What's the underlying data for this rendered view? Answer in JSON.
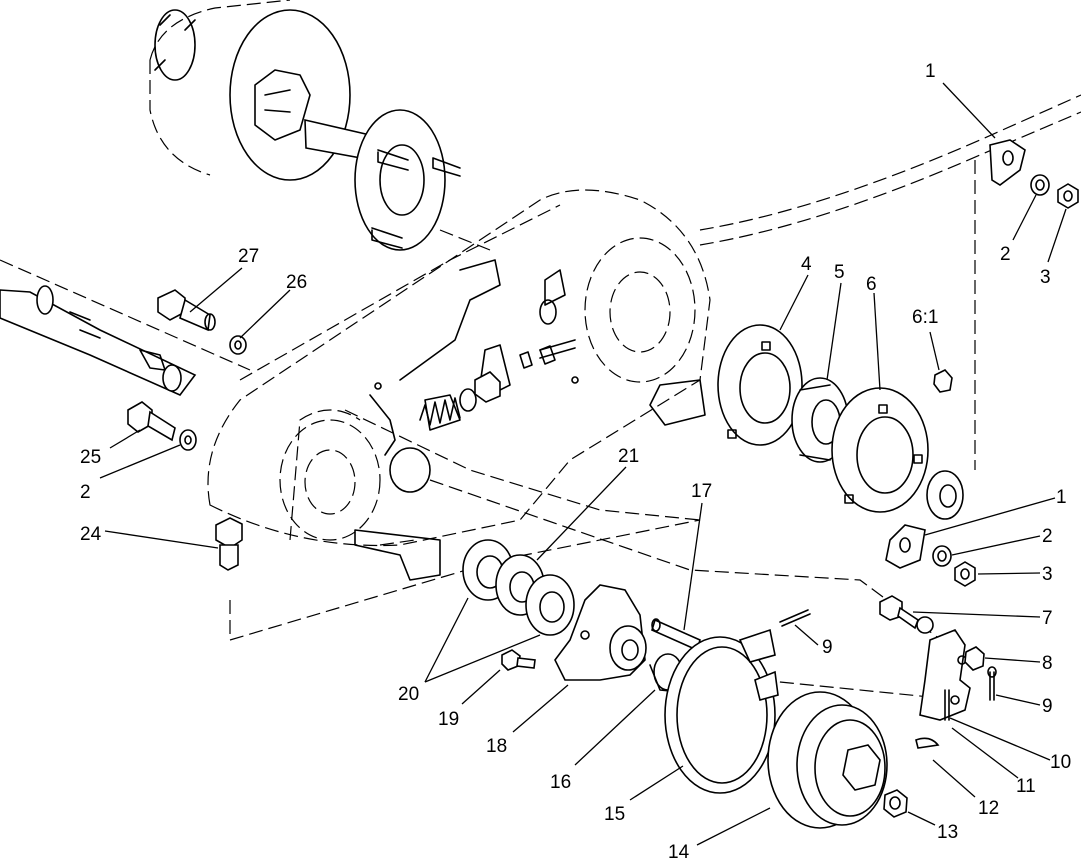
{
  "callouts": [
    {
      "id": "c1a",
      "text": "1"
    },
    {
      "id": "c2a",
      "text": "2"
    },
    {
      "id": "c3a",
      "text": "3"
    },
    {
      "id": "c4",
      "text": "4"
    },
    {
      "id": "c5",
      "text": "5"
    },
    {
      "id": "c6",
      "text": "6"
    },
    {
      "id": "c61",
      "text": "6:1"
    },
    {
      "id": "c27",
      "text": "27"
    },
    {
      "id": "c26",
      "text": "26"
    },
    {
      "id": "c25",
      "text": "25"
    },
    {
      "id": "c2b",
      "text": "2"
    },
    {
      "id": "c24",
      "text": "24"
    },
    {
      "id": "c21",
      "text": "21"
    },
    {
      "id": "c17",
      "text": "17"
    },
    {
      "id": "c1b",
      "text": "1"
    },
    {
      "id": "c2c",
      "text": "2"
    },
    {
      "id": "c3b",
      "text": "3"
    },
    {
      "id": "c7",
      "text": "7"
    },
    {
      "id": "c9a",
      "text": "9"
    },
    {
      "id": "c8",
      "text": "8"
    },
    {
      "id": "c9b",
      "text": "9"
    },
    {
      "id": "c10",
      "text": "10"
    },
    {
      "id": "c11",
      "text": "11"
    },
    {
      "id": "c12",
      "text": "12"
    },
    {
      "id": "c13",
      "text": "13"
    },
    {
      "id": "c14",
      "text": "14"
    },
    {
      "id": "c15",
      "text": "15"
    },
    {
      "id": "c16",
      "text": "16"
    },
    {
      "id": "c18",
      "text": "18"
    },
    {
      "id": "c19",
      "text": "19"
    },
    {
      "id": "c20",
      "text": "20"
    }
  ]
}
